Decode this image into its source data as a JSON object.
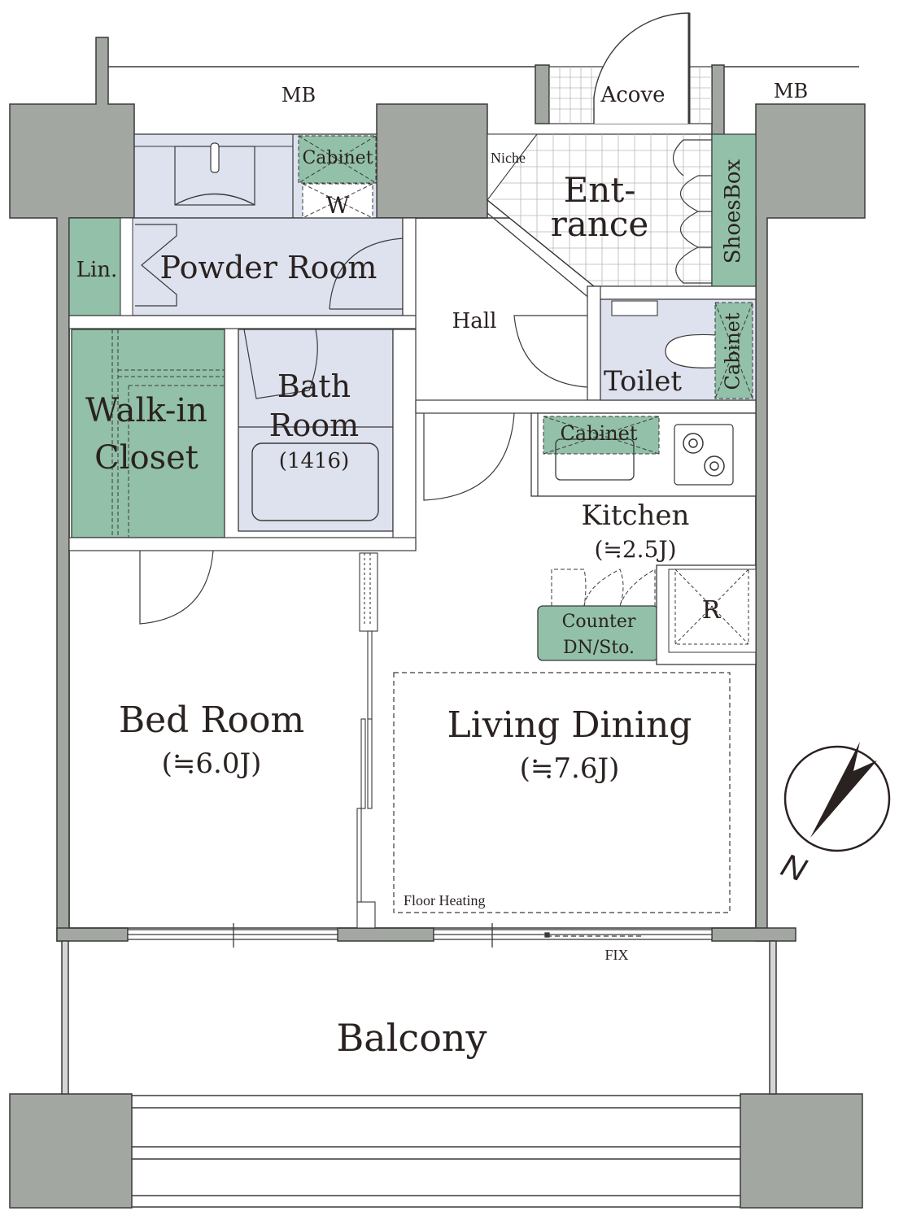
{
  "colors": {
    "structure": "#a3a7a2",
    "wall": "#8d918c",
    "wet_area": "#dde2ee",
    "storage": "#92c0a8",
    "line": "#3a3a3a",
    "text": "#2a2220"
  },
  "labels": {
    "mb_left": "MB",
    "mb_right": "MB",
    "alcove": "Acove",
    "niche": "Niche",
    "entrance_line1": "Ent-",
    "entrance_line2": "rance",
    "shoes_box": "ShoesBox",
    "cabinet_powder": "Cabinet",
    "washer": "W",
    "linen": "Lin.",
    "powder_room": "Powder Room",
    "hall": "Hall",
    "toilet": "Toilet",
    "cabinet_toilet": "Cabinet",
    "walk_in_line1": "Walk-in",
    "walk_in_line2": "Closet",
    "bath_line1": "Bath",
    "bath_line2": "Room",
    "bath_size": "(1416)",
    "cabinet_kitchen": "Cabinet",
    "kitchen": "Kitchen",
    "kitchen_size": "(≒2.5J)",
    "counter_line1": "Counter",
    "counter_line2": "DN/Sto.",
    "refrigerator": "R",
    "bed_room": "Bed Room",
    "bed_room_size": "(≒6.0J)",
    "living_dining": "Living Dining",
    "living_dining_size": "(≒7.6J)",
    "floor_heating": "Floor Heating",
    "fix": "FIX",
    "balcony": "Balcony",
    "north": "N"
  },
  "icons": [
    "compass-north-icon",
    "sink-icon",
    "gas-burner-icon",
    "bathtub-icon",
    "toilet-icon"
  ]
}
